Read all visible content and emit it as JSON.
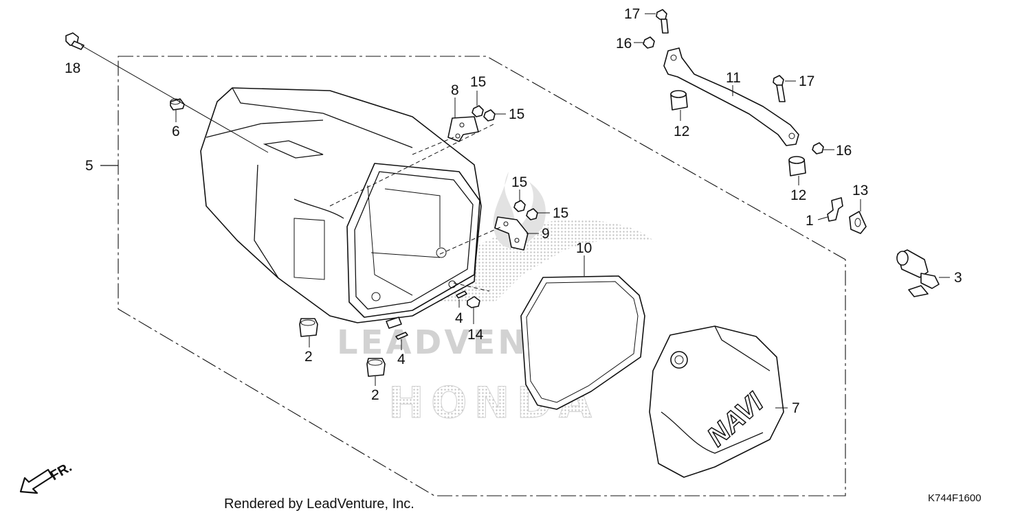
{
  "callouts": {
    "c1": "1",
    "c2a": "2",
    "c2b": "2",
    "c3": "3",
    "c4a": "4",
    "c4b": "4",
    "c5": "5",
    "c6": "6",
    "c7": "7",
    "c8": "8",
    "c9": "9",
    "c10": "10",
    "c11": "11",
    "c12a": "12",
    "c12b": "12",
    "c13": "13",
    "c14": "14",
    "c15a": "15",
    "c15b": "15",
    "c15c": "15",
    "c15d": "15",
    "c16a": "16",
    "c16b": "16",
    "c17a": "17",
    "c17b": "17",
    "c18": "18"
  },
  "lid_badge": "NAVI",
  "front_indicator": "FR.",
  "watermark": {
    "text": "LEADVENTURE",
    "brand": "HONDA"
  },
  "footer": {
    "credit": "Rendered by LeadVenture, Inc.",
    "diagram_code": "K744F1600"
  },
  "colors": {
    "ink": "#111111",
    "watermark": "#c8c8c8",
    "background": "#ffffff"
  }
}
